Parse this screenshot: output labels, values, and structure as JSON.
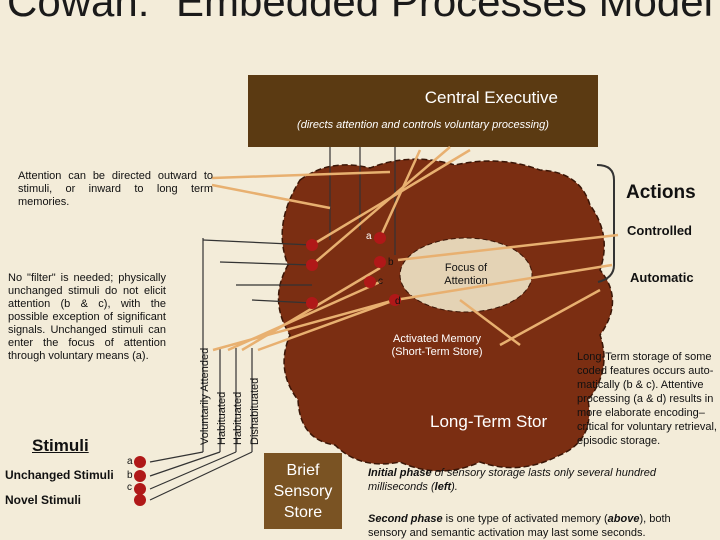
{
  "title": "Cowan: \"Embedded Processes Model",
  "central_executive": {
    "label": "Central Executive",
    "subtitle": "(directs attention and controls voluntary processing)"
  },
  "attention_note": "Attention can be directed outward to stimuli, or inward to long term memories.",
  "no_filter_note": "No \"filter\" is needed; physically unchanged stimuli do not elicit attention (b & c), with the possible exception of significant signals. Unchanged stimuli can enter the focus of attention through voluntary means (a).",
  "actions": {
    "title": "Actions",
    "controlled": "Controlled",
    "automatic": "Automatic"
  },
  "focus_label": "Focus of Attention",
  "activated_label": "Activated Memory (Short-Term Store)",
  "lts_label": "Long-Term Stor",
  "lts_note": "Long-Term storage of some coded features occurs auto-matically (b & c). Attentive processing (a & d) results in more elaborate encoding– critical for voluntary retrieval, episodic storage.",
  "vertical_labels": {
    "voluntarily": "Voluntarily Attended",
    "habituated1": "Habituated",
    "habituated2": "Habituated",
    "dishabituated": "Dishabituated"
  },
  "stimuli": {
    "title": "Stimuli",
    "unchanged": "Unchanged Stimuli",
    "novel": "Novel Stimuli"
  },
  "letters": {
    "a": "a",
    "b": "b",
    "c": "c",
    "d": "d"
  },
  "brief_store": "Brief Sensory Store",
  "initial_phase": {
    "lead": "Initial phase",
    "text1": " of sensory storage lasts only several hundred milliseconds (",
    "left_word": "left",
    "text2": ")."
  },
  "second_phase": {
    "lead": "Second phase",
    "text1": " is one type of activated memory (",
    "above_word": "above",
    "text2": "), both sensory and semantic activation may last some seconds."
  },
  "colors": {
    "background": "#f3ecd9",
    "executive": "#5b3a12",
    "memory": "#7b2e12",
    "focus": "#e4d3b5",
    "arrow": "#e8b070",
    "node": "#b01818"
  }
}
